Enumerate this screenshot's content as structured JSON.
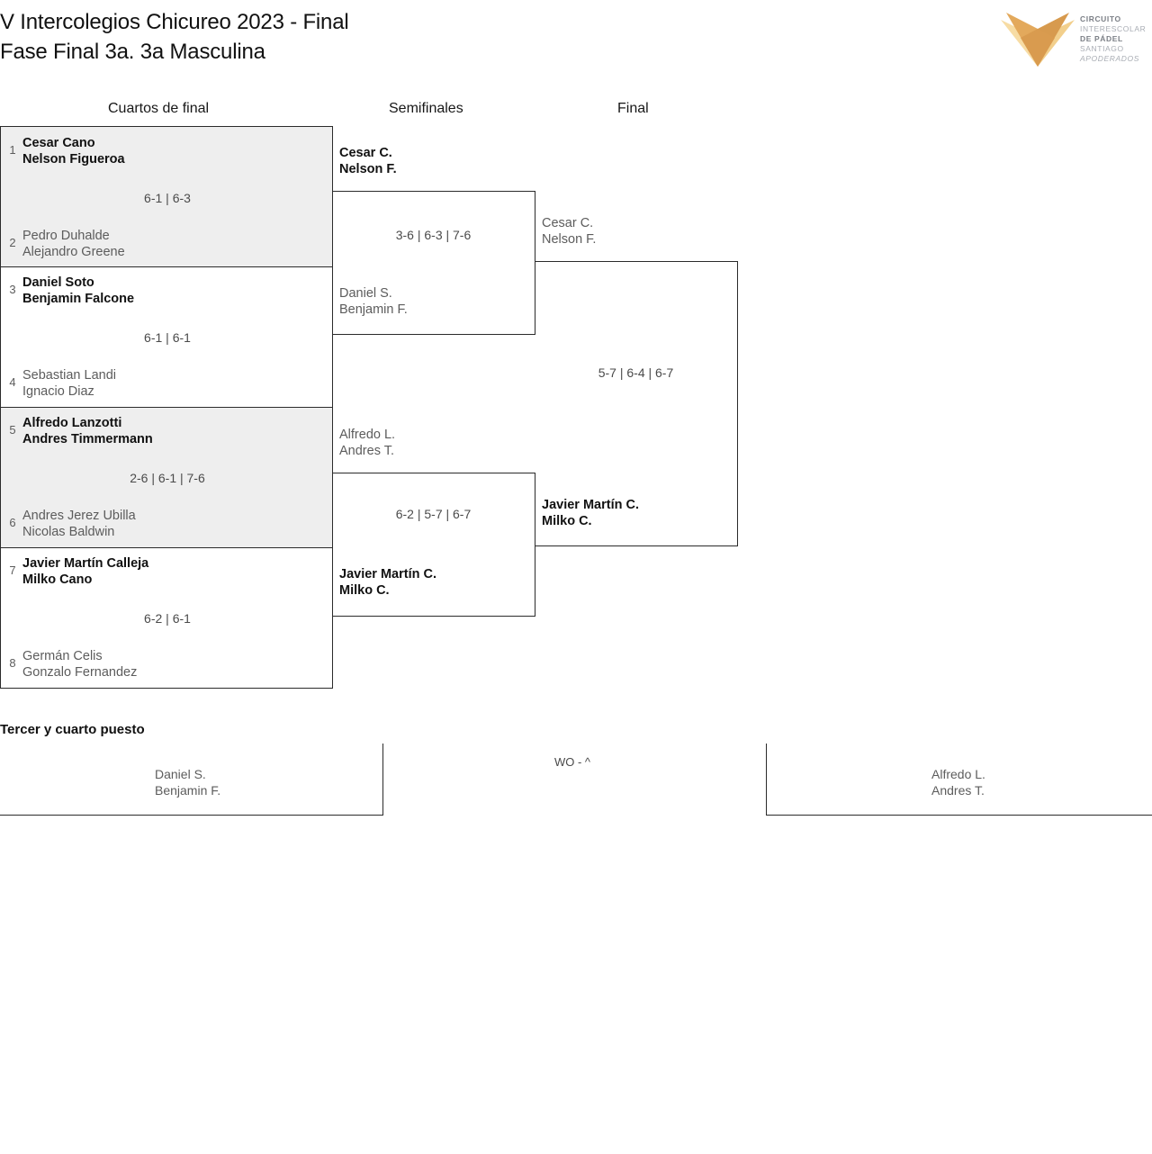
{
  "header": {
    "title_line1": "V Intercolegios Chicureo 2023 - Final",
    "title_line2": "Fase Final 3a. 3a Masculina"
  },
  "logo": {
    "mark_name": "circuito-interescolar-arrow-logo",
    "line1": "CIRCUITO",
    "line2": "INTERESCOLAR",
    "line3": "DE PÁDEL",
    "line4": "SANTIAGO",
    "line5": "APODERADOS",
    "color_dark": "#d79a4e",
    "color_mid": "#e8b86a",
    "color_light": "#f7dca4"
  },
  "rounds": [
    {
      "label": "Cuartos de final"
    },
    {
      "label": "Semifinales"
    },
    {
      "label": "Final"
    }
  ],
  "quarterfinals": [
    {
      "seed_top": "1",
      "top_line1": "Cesar Cano",
      "top_line2": "Nelson Figueroa",
      "top_result": "win",
      "seed_bottom": "2",
      "bottom_line1": "Pedro Duhalde",
      "bottom_line2": "Alejandro Greene",
      "bottom_result": "lose",
      "score": "6-1 | 6-3",
      "shaded": true
    },
    {
      "seed_top": "3",
      "top_line1": "Daniel Soto",
      "top_line2": "Benjamin Falcone",
      "top_result": "win",
      "seed_bottom": "4",
      "bottom_line1": "Sebastian Landi",
      "bottom_line2": "Ignacio Diaz",
      "bottom_result": "lose",
      "score": "6-1 | 6-1",
      "shaded": false
    },
    {
      "seed_top": "5",
      "top_line1": "Alfredo Lanzotti",
      "top_line2": "Andres Timmermann",
      "top_result": "win",
      "seed_bottom": "6",
      "bottom_line1": "Andres Jerez Ubilla",
      "bottom_line2": "Nicolas Baldwin",
      "bottom_result": "lose",
      "score": "2-6 | 6-1 | 7-6",
      "shaded": true
    },
    {
      "seed_top": "7",
      "top_line1": "Javier Martín Calleja",
      "top_line2": "Milko Cano",
      "top_result": "win",
      "seed_bottom": "8",
      "bottom_line1": "Germán Celis",
      "bottom_line2": "Gonzalo Fernandez",
      "bottom_result": "lose",
      "score": "6-2 | 6-1",
      "shaded": false
    }
  ],
  "semifinals": [
    {
      "top_line1": "Cesar C.",
      "top_line2": "Nelson F.",
      "top_result": "win",
      "bottom_line1": "Daniel S.",
      "bottom_line2": "Benjamin F.",
      "bottom_result": "lose",
      "score": "3-6 | 6-3 | 7-6"
    },
    {
      "top_line1": "Alfredo L.",
      "top_line2": "Andres T.",
      "top_result": "lose",
      "bottom_line1": "Javier Martín C.",
      "bottom_line2": "Milko C.",
      "bottom_result": "win",
      "score": "6-2 | 5-7 | 6-7"
    }
  ],
  "final": {
    "top_line1": "Cesar C.",
    "top_line2": "Nelson F.",
    "top_result": "lose",
    "bottom_line1": "Javier Martín C.",
    "bottom_line2": "Milko C.",
    "bottom_result": "win",
    "score": "5-7 | 6-4 | 6-7"
  },
  "third_place": {
    "title": "Tercer y cuarto puesto",
    "left_line1": "Daniel S.",
    "left_line2": "Benjamin F.",
    "right_line1": "Alfredo L.",
    "right_line2": "Andres T.",
    "score": "WO - ^"
  }
}
